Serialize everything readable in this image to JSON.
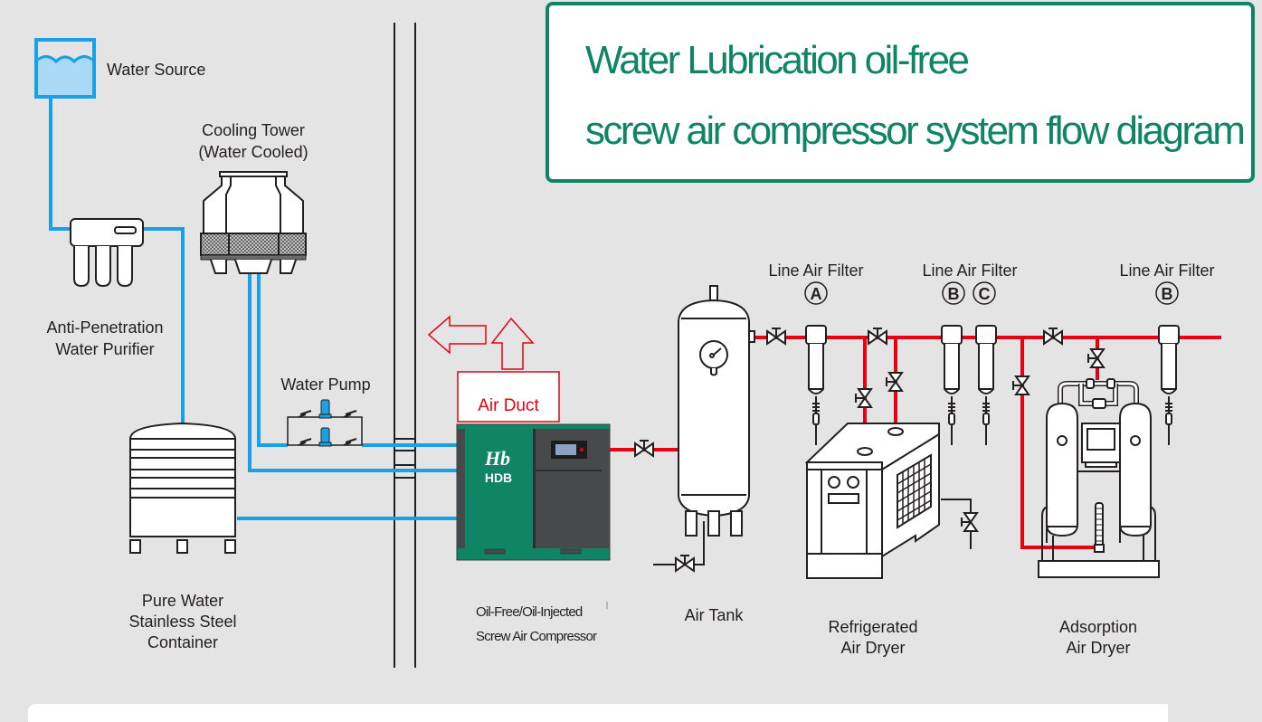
{
  "title": {
    "line1": "Water Lubrication oil-free",
    "line2": "screw air compressor system flow diagram"
  },
  "colors": {
    "brand_green": "#0f8566",
    "water_pipe": "#1aa0e6",
    "air_pipe": "#e60012",
    "outline": "#231f20",
    "background": "#e4e4e4"
  },
  "components": {
    "water_source": "Water Source",
    "cooling_tower": {
      "line1": "Cooling Tower",
      "line2": "(Water Cooled)"
    },
    "water_purifier": {
      "line1": "Anti-Penetration",
      "line2": "Water Purifier"
    },
    "water_pump": "Water Pump",
    "pure_water_container": {
      "line1": "Pure Water",
      "line2": "Stainless Steel",
      "line3": "Container"
    },
    "air_duct": "Air Duct",
    "compressor": {
      "brand": "HDB",
      "line1": "Oil-Free/Oil-Injected",
      "line2": "Screw Air Compressor"
    },
    "air_tank": "Air Tank",
    "refrigerated_dryer": {
      "line1": "Refrigerated",
      "line2": "Air Dryer"
    },
    "adsorption_dryer": {
      "line1": "Adsorption",
      "line2": "Air Dryer"
    },
    "filters": [
      {
        "label": "Line Air Filter",
        "grades": [
          "A"
        ]
      },
      {
        "label": "Line Air Filter",
        "grades": [
          "B",
          "C"
        ]
      },
      {
        "label": "Line Air Filter",
        "grades": [
          "B"
        ]
      }
    ]
  }
}
